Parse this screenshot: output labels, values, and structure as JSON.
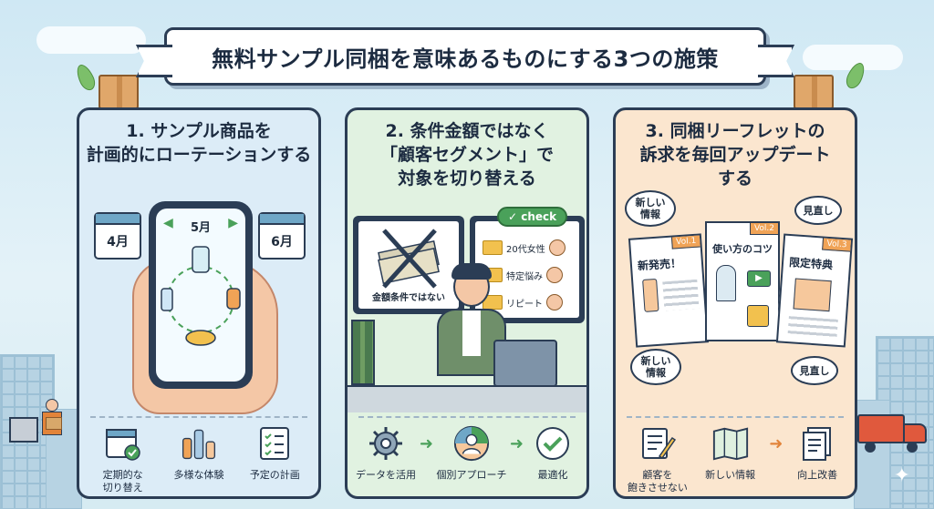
{
  "title": "無料サンプル同梱を意味あるものにする3つの施策",
  "panels": [
    {
      "heading_line1": "1. サンプル商品を",
      "heading_line2": "計画的にローテーションする",
      "months": [
        "4月",
        "5月",
        "6月"
      ],
      "bottom": [
        {
          "label": "定期的な\n切り替え",
          "icon": "calendar-check-icon"
        },
        {
          "label": "多様な体験",
          "icon": "bottles-icon"
        },
        {
          "label": "予定の計画",
          "icon": "checklist-icon"
        }
      ]
    },
    {
      "heading_line1": "2. 条件金額ではなく",
      "heading_line2": "「顧客セグメント」で",
      "heading_line3": "対象を切り替える",
      "check_chip": "✓ check",
      "crossed_label": "金額条件ではない",
      "segments": [
        "20代女性",
        "特定悩み",
        "リピート"
      ],
      "bottom": [
        {
          "label": "データを活用",
          "icon": "gear-icon"
        },
        {
          "label": "個別アプローチ",
          "icon": "person-target-icon"
        },
        {
          "label": "最適化",
          "icon": "check-circle-icon"
        }
      ]
    },
    {
      "heading_line1": "3. 同梱リーフレットの",
      "heading_line2": "訴求を毎回アップデート",
      "heading_line3": "する",
      "bubbles": [
        "新しい\n情報",
        "見直し",
        "新しい\n情報",
        "見直し"
      ],
      "leaflets": [
        {
          "title": "新発売！",
          "vol": "Vol.1"
        },
        {
          "title": "使い方のコツ",
          "vol": "Vol.2"
        },
        {
          "title": "限定特典",
          "vol": "Vol.3"
        }
      ],
      "bottom": [
        {
          "label": "顧客を\n飽きさせない",
          "icon": "notepad-pen-icon"
        },
        {
          "label": "新しい情報",
          "icon": "brochure-icon"
        },
        {
          "label": "向上改善",
          "icon": "documents-icon"
        }
      ]
    }
  ],
  "colors": {
    "panel1": "#dcecf7",
    "panel2": "#e1f2e1",
    "panel3": "#fbe6cf",
    "outline": "#2b3d55",
    "accent_green": "#4aa15a",
    "accent_orange": "#e2843a"
  }
}
